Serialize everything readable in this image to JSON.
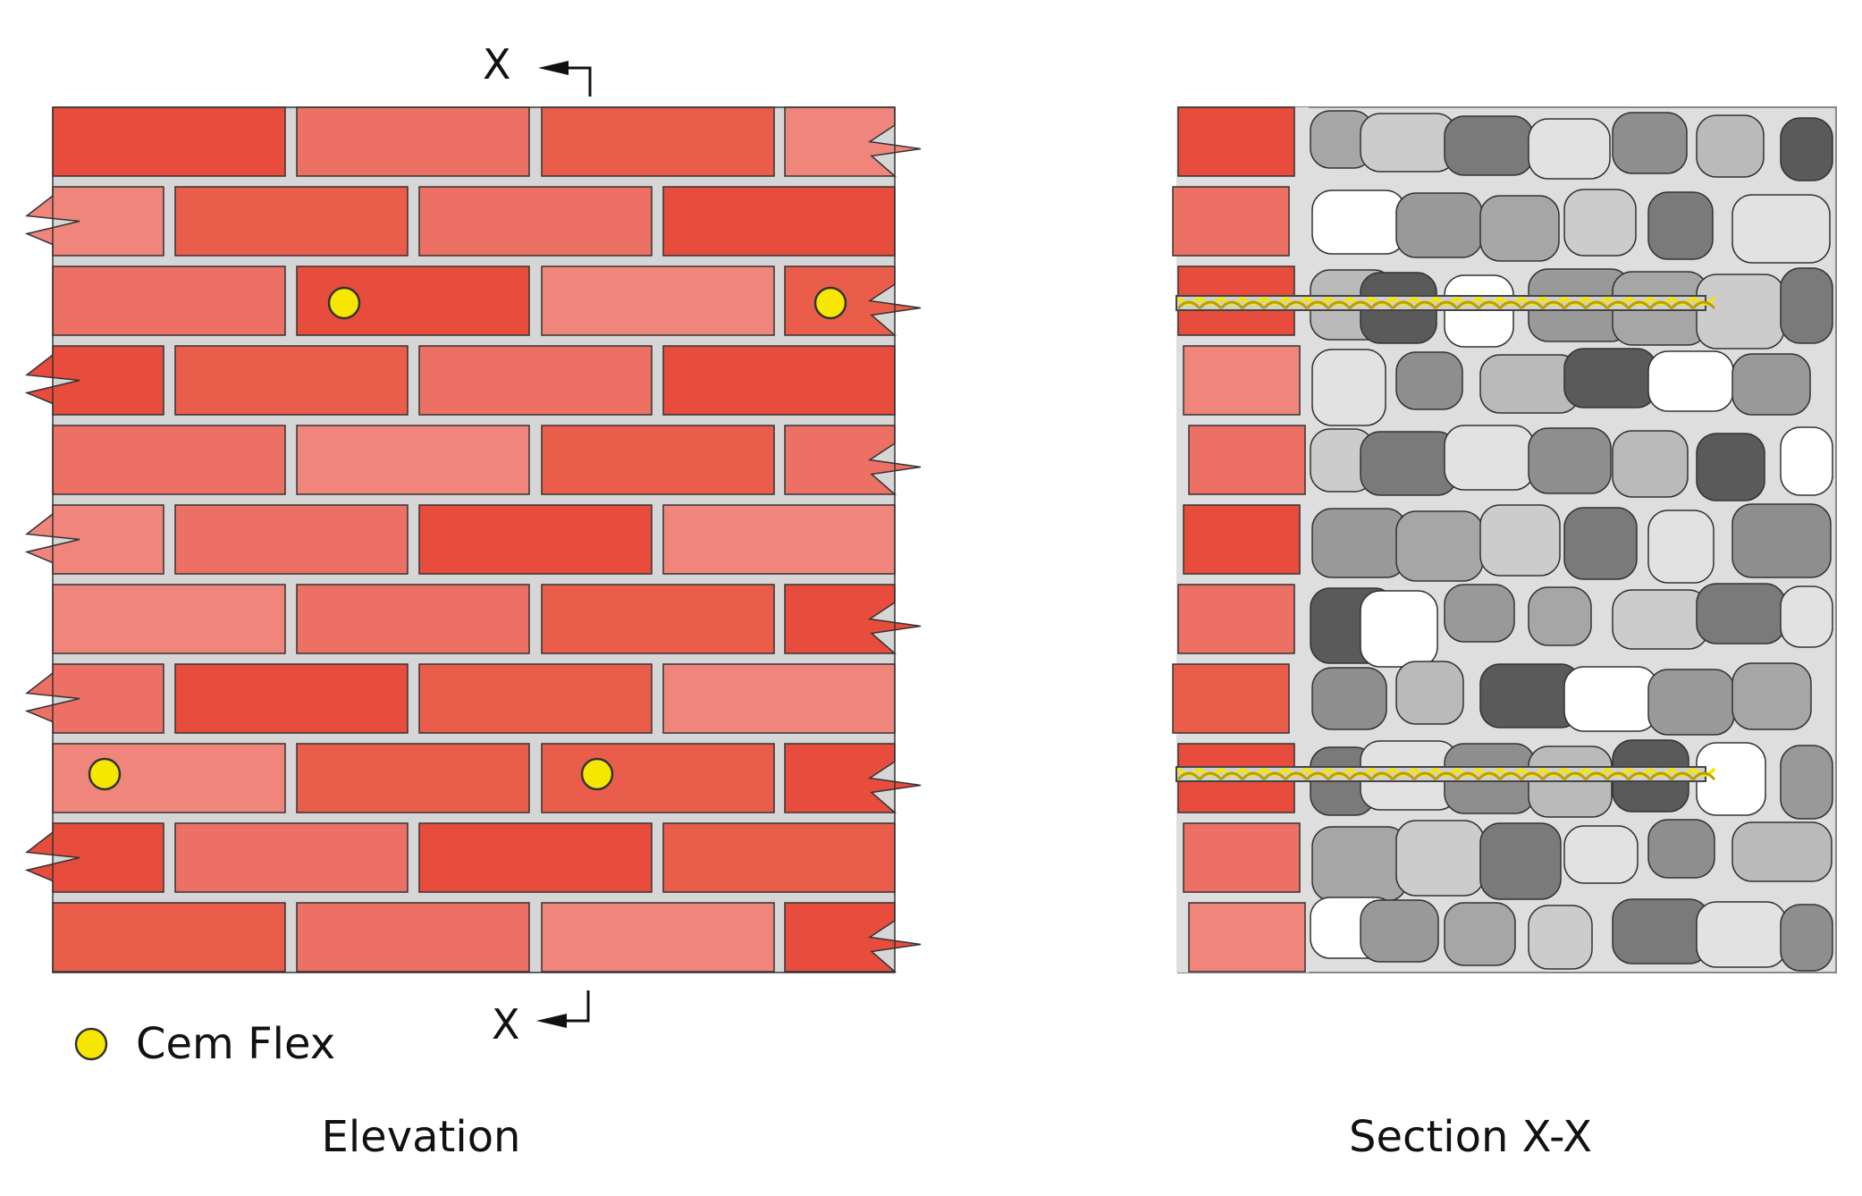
{
  "labels": {
    "elevation_caption": "Elevation",
    "section_caption": "Section  X-X",
    "section_mark_top": "X",
    "section_mark_bottom": "X",
    "legend_label": "Cem Flex"
  },
  "legend": {
    "icon": "yellow-circle-icon"
  },
  "colors": {
    "brick_shades": [
      "#e74c3c",
      "#ec7063",
      "#ea5d4b",
      "#ef857b"
    ],
    "mortar": "#d6d6d6",
    "outline": "#333333",
    "cem_flex": "#f7e600",
    "rubble_fill": "#dedede",
    "stone_shades": [
      "#a6a6a6",
      "#cccccc",
      "#7a7a7a",
      "#e2e2e2",
      "#8e8e8e",
      "#bababa",
      "#5a5a5a",
      "#ffffff",
      "#999999"
    ]
  }
}
